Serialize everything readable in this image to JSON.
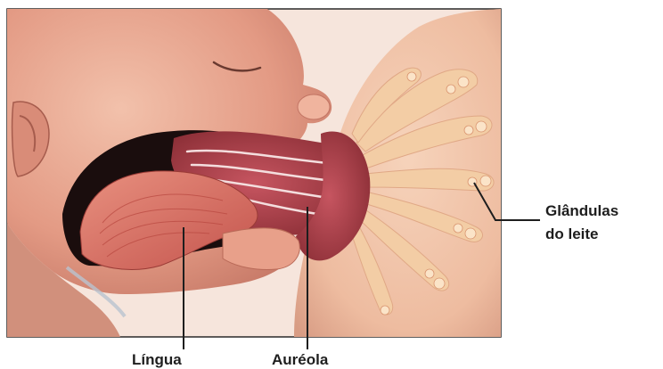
{
  "labels": {
    "tongue": "Língua",
    "areola": "Auréola",
    "glands_line1": "Glândulas",
    "glands_line2": "do leite"
  },
  "colors": {
    "frame": "#2a2a2a",
    "infant_skin": "#e7a58f",
    "infant_skin_shadow": "#c97b66",
    "breast_skin": "#efc3a7",
    "areola": "#a8414a",
    "tongue": "#d96c62",
    "mouth_cavity": "#1a0d0d",
    "gland": "#f3cda5",
    "leader_line": "#1e1e1e"
  }
}
